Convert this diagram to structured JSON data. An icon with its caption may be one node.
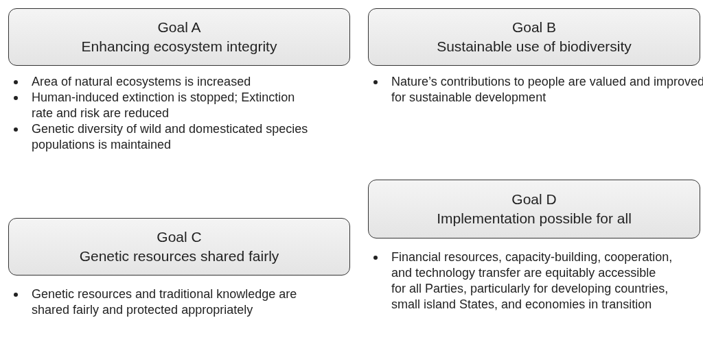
{
  "diagram": {
    "nodes": [
      {
        "text": [
          "Goal A",
          "Enhancing ecosystem integrity"
        ],
        "beside": [
          "Area of natural ecosystems is increased",
          "Human-induced extinction is stopped; Extinction rate and risk are reduced",
          "Genetic diversity of wild and domesticated species populations is maintained"
        ]
      },
      {
        "text": [
          "Goal B",
          "Sustainable use of biodiversity"
        ],
        "beside": [
          "Nature’s contributions to people are valued and improved for sustainable development"
        ]
      },
      {
        "text": [
          "Goal C",
          "Genetic resources shared fairly"
        ],
        "beside": [
          "Genetic resources and traditional knowledge are shared fairly and protected appropriately"
        ]
      },
      {
        "text": [
          "Goal D",
          "Implementation possible for all"
        ],
        "beside": [
          "Financial resources, capacity-building, cooperation, and technology transfer are equitably accessible for all Parties, particularly for developing countries, small island States, and economies in transition"
        ]
      }
    ]
  }
}
